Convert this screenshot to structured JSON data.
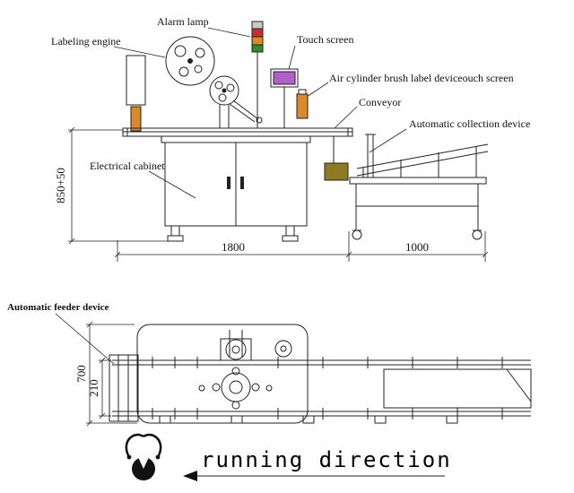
{
  "diagram": {
    "labels": {
      "alarm_lamp": "Alarm lamp",
      "labeling_engine": "Labeling engine",
      "touch_screen": "Touch screen",
      "air_cylinder_brush": "Air cylinder brush label deviceouch screen",
      "conveyor": "Conveyor",
      "automatic_collection": "Automatic collection device",
      "electrical_cabinet": "Electrical cabinet",
      "automatic_feeder": "Automatic feeder device",
      "running_direction": "running direction"
    },
    "dimensions": {
      "machine_height": "850+50",
      "main_length": "1800",
      "collection_length": "1000",
      "machine_width": "700",
      "belt_width": "210"
    },
    "colors": {
      "line": "#222222",
      "touch_screen": "#b05fc7",
      "air_cylinder": "#d98a2b",
      "label_roll": "#d98a2b",
      "motor_box": "#8f7b22",
      "lamp_cap": "#c9c9c9",
      "lamp_red": "#cc2f2f",
      "lamp_orange": "#e08a1e",
      "lamp_green": "#2f8f2f"
    }
  }
}
